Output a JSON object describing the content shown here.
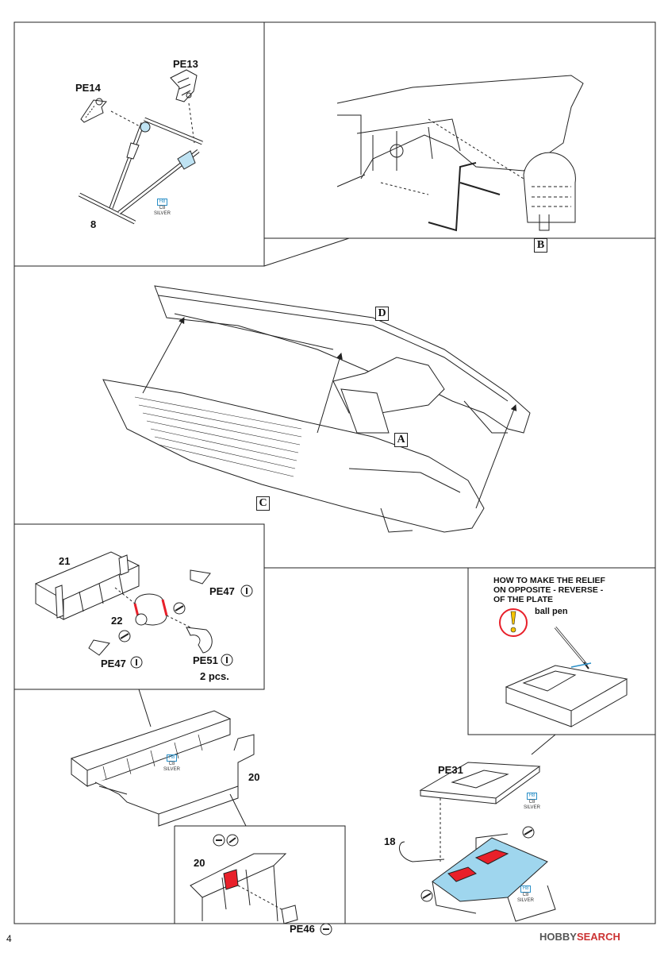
{
  "page_number": "4",
  "labels": {
    "pe14": "PE14",
    "pe13": "PE13",
    "step8": "8",
    "ref_b": "B",
    "ref_d": "D",
    "ref_a": "A",
    "ref_c": "C",
    "step21": "21",
    "step22": "22",
    "pe47_top": "PE47",
    "pe47_bottom": "PE47",
    "pe51": "PE51",
    "pcs": "2 pcs.",
    "step20": "20",
    "step20b": "20",
    "pe46": "PE46",
    "pe31": "PE31",
    "step18": "18",
    "ball_pen": "ball pen"
  },
  "relief_note": {
    "line1": "HOW TO MAKE THE RELIEF",
    "line2": "ON OPPOSITE - REVERSE -",
    "line3": "OF THE PLATE"
  },
  "paint_callouts": {
    "h_code": "H8",
    "c_code": "C8",
    "name": "SILVER"
  },
  "watermark": {
    "brand": "HOBBY",
    "brand_suffix": "SEARCH"
  },
  "colors": {
    "line": "#222222",
    "accent_red": "#e8202a",
    "accent_blue": "#9fd6ee",
    "paint_blue": "#2a8fc7"
  }
}
